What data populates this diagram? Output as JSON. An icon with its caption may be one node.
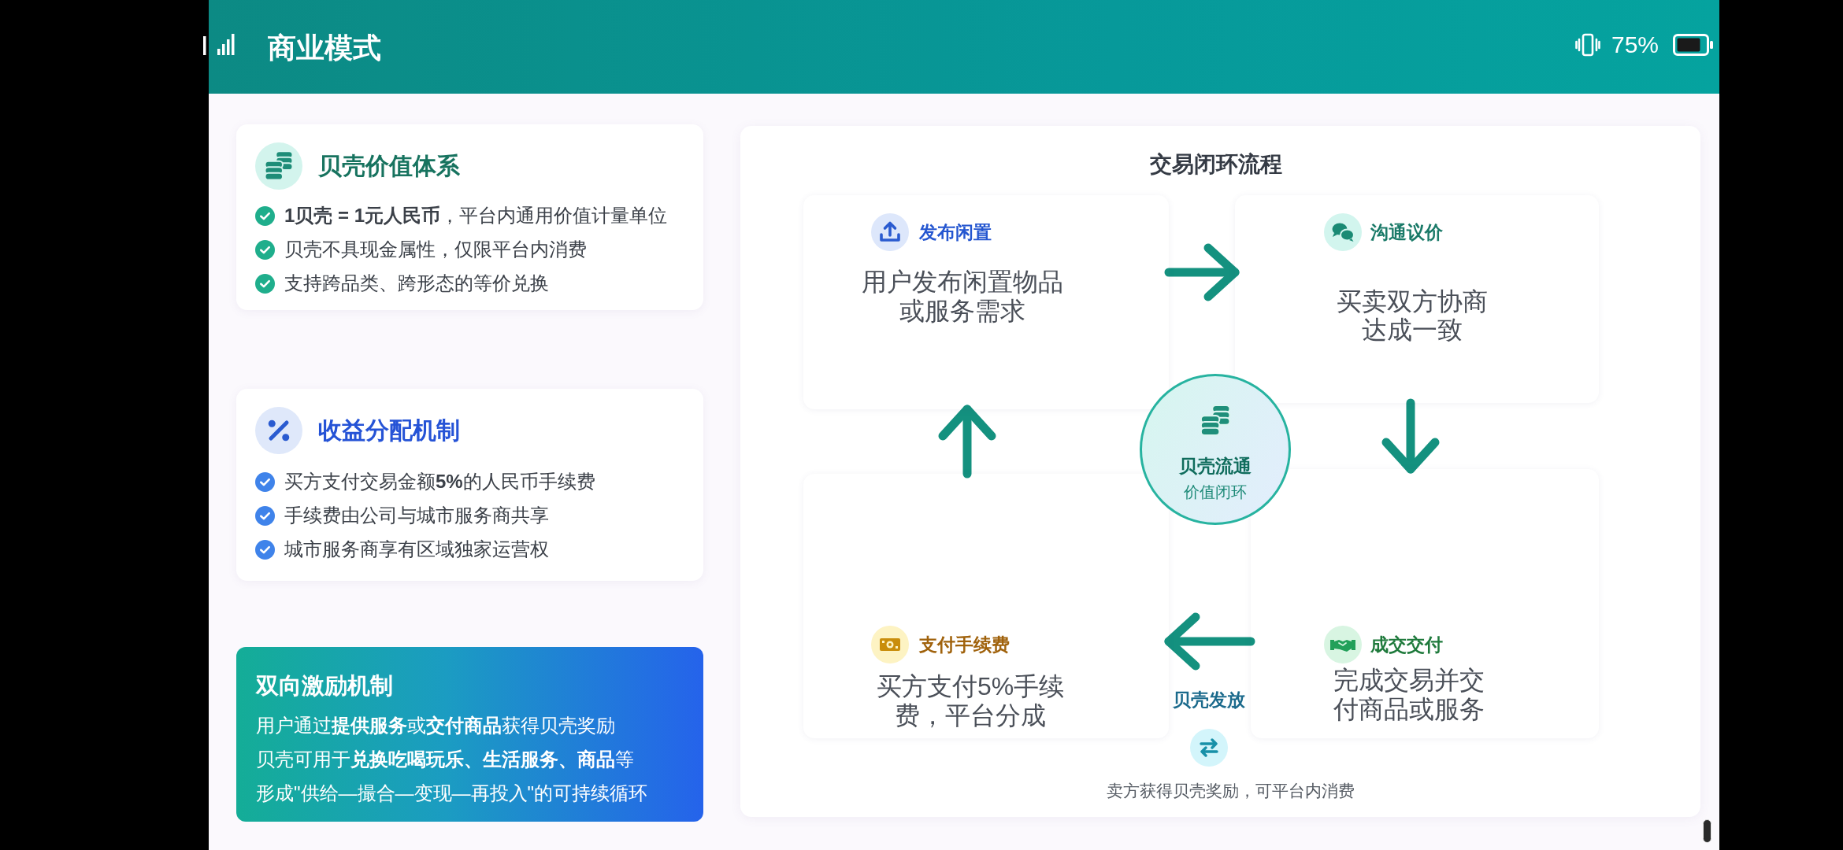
{
  "diagram": {
    "title": "商业模式",
    "nodes": [
      {
        "text": [
          "贝壳价值体系",
          "**1贝壳 = 1元人民币**，平台内通用价值计量单位",
          "贝壳不具现金属性，仅限平台内消费",
          "支持跨品类、跨形态的等价兑换"
        ]
      },
      {
        "text": [
          "收益分配机制",
          "买方支付交易金额**5%**的人民币手续费",
          "手续费由公司与城市服务商共享",
          "城市服务商享有区域独家运营权"
        ]
      },
      {
        "text": [
          "双向激励机制",
          "用户通过**提供服务**或**交付商品**获得贝壳奖励",
          "贝壳可用于**兑换吃喝玩乐、生活服务、商品**等",
          "形成\"供给—撮合—变现—再投入\"的可持续循环"
        ]
      },
      {
        "text": [
          "交易闭环流程"
        ]
      },
      {
        "text": [
          "发布闲置",
          "用户发布闲置物品或服务需求"
        ],
        "in": 3
      },
      {
        "text": [
          "沟通议价",
          "买卖双方协商达成一致"
        ],
        "in": 3
      },
      {
        "text": [
          "贝壳流通",
          "价值闭环"
        ],
        "in": 3
      },
      {
        "text": [
          "支付手续费",
          "买方支付5%手续费，平台分成"
        ],
        "in": 3
      },
      {
        "text": [
          "贝壳发放"
        ],
        "beside": [
          "卖方获得贝壳奖励，可平台内消费"
        ],
        "in": 3
      },
      {
        "text": [
          "成交交付",
          "完成交易并交付商品或服务"
        ],
        "in": 3
      }
    ],
    "edges": [
      {
        "from": 4,
        "to": 5,
        "arrow": "to"
      },
      {
        "from": 5,
        "to": 9,
        "arrow": "to"
      },
      {
        "from": 9,
        "to": 7,
        "arrow": "to"
      },
      {
        "from": 7,
        "to": 4,
        "arrow": "to"
      }
    ],
    "labels": [
      "75%"
    ]
  }
}
